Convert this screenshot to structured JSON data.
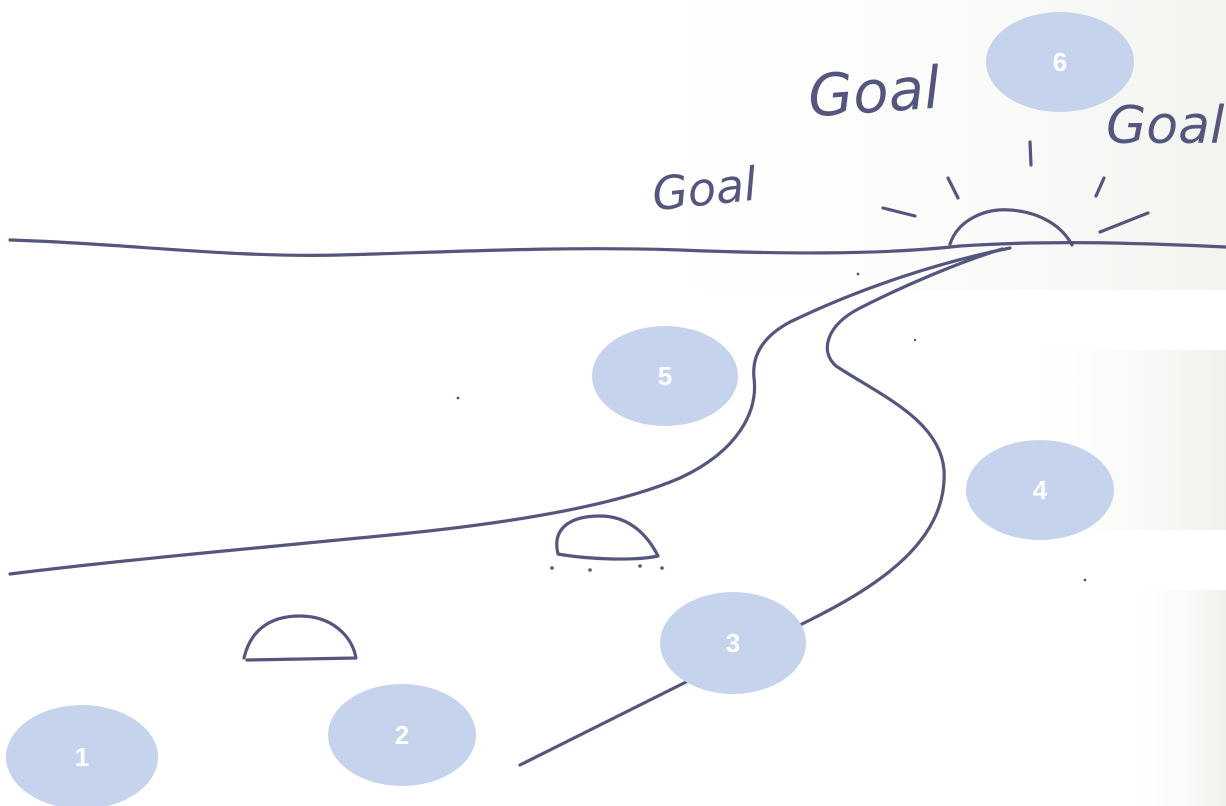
{
  "colors": {
    "ink": "#55567e",
    "marker_fill": "#c5d4ec",
    "marker_text": "#ffffff",
    "paper_shade": "#eaece4"
  },
  "goals": {
    "left": "Goal",
    "center": "Goal",
    "right": "Goal"
  },
  "markers": [
    "1",
    "2",
    "3",
    "4",
    "5",
    "6"
  ]
}
